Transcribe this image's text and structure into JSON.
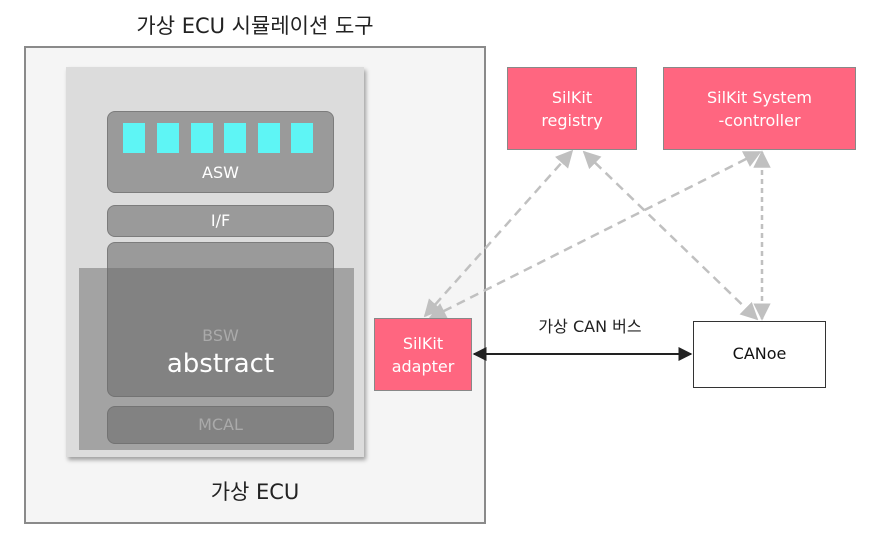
{
  "title": "가상 ECU 시뮬레이션 도구",
  "ecu": {
    "label": "가상 ECU",
    "asw": "ASW",
    "iface": "I/F",
    "bsw": "BSW",
    "abstract": "abstract",
    "mcal": "MCAL"
  },
  "nodes": {
    "registry": {
      "line1": "SilKit",
      "line2": "registry"
    },
    "sysctl": {
      "line1": "SilKit System",
      "line2": "-controller"
    },
    "adapter": {
      "line1": "SilKit",
      "line2": "adapter"
    },
    "canoe": "CANoe"
  },
  "bus_label": "가상 CAN 버스",
  "colors": {
    "accent_pink": "#ff6680",
    "swc_cyan": "#5ef5f5",
    "block_gray": "#9a9a9a",
    "dashed_line": "#c0c0c0"
  }
}
